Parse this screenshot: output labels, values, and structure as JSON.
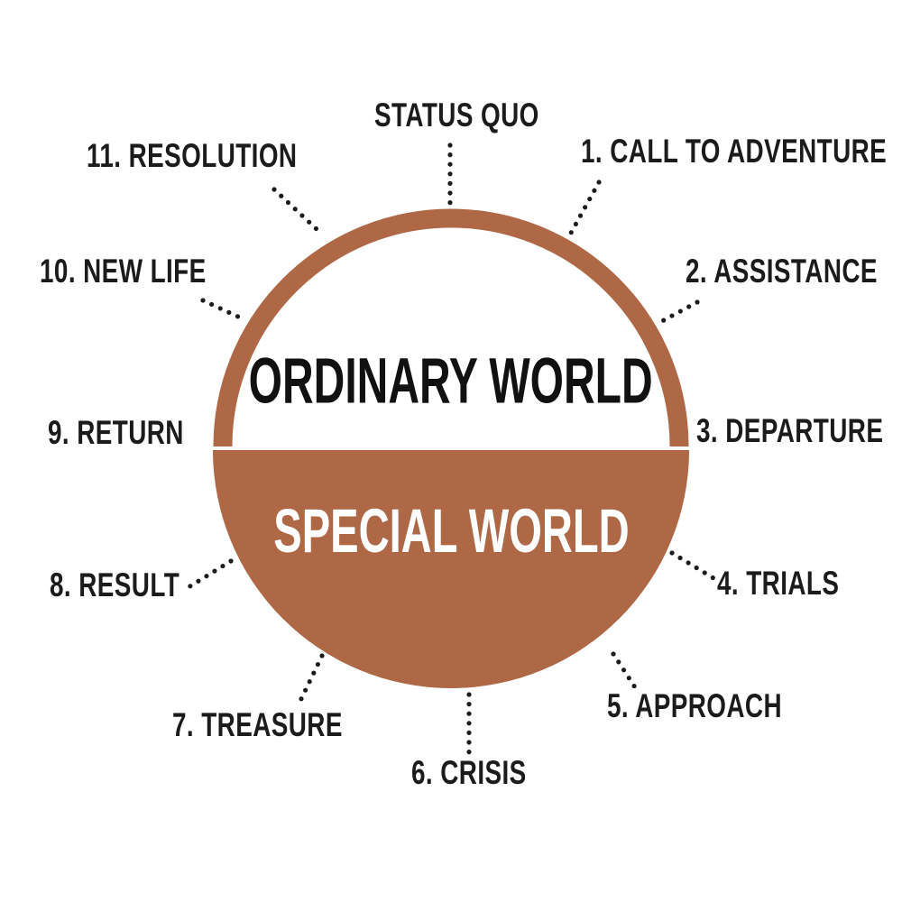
{
  "titles": {
    "top": "ORDINARY WORLD",
    "bottom": "SPECIAL WORLD"
  },
  "stages": [
    {
      "label": "STATUS QUO"
    },
    {
      "label": "1. CALL TO ADVENTURE"
    },
    {
      "label": "2. ASSISTANCE"
    },
    {
      "label": "3. DEPARTURE"
    },
    {
      "label": "4. TRIALS"
    },
    {
      "label": "5. APPROACH"
    },
    {
      "label": "6. CRISIS"
    },
    {
      "label": "7. TREASURE"
    },
    {
      "label": "8. RESULT"
    },
    {
      "label": "9. RETURN"
    },
    {
      "label": "10. NEW LIFE"
    },
    {
      "label": "11. RESOLUTION"
    }
  ],
  "colors": {
    "terracotta": "#AE6846",
    "label_text": "#1B1B1B",
    "ordinary_world_text": "#111111",
    "special_world_text": "#FFFFFF",
    "background": "#FFFFFF"
  }
}
